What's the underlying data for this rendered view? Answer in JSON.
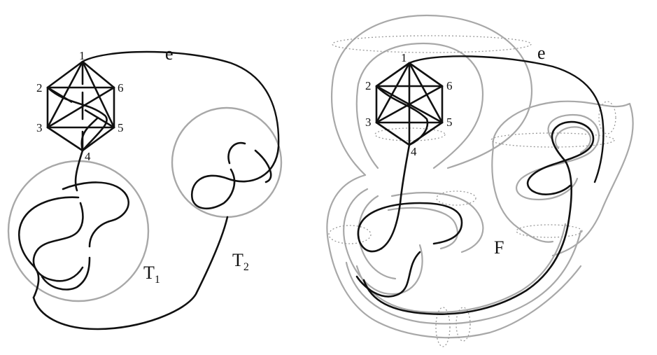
{
  "left_panel": {
    "vertex_labels": [
      "1",
      "2",
      "3",
      "4",
      "5",
      "6"
    ],
    "edge_label": "e",
    "tangle_labels": [
      {
        "main": "T",
        "sub": "1"
      },
      {
        "main": "T",
        "sub": "2"
      }
    ]
  },
  "right_panel": {
    "vertex_labels": [
      "1",
      "2",
      "3",
      "4",
      "5",
      "6"
    ],
    "edge_label": "e",
    "surface_label": "F"
  },
  "colors": {
    "graph": "#111111",
    "surface": "#a8a8a8",
    "background": "#ffffff"
  }
}
